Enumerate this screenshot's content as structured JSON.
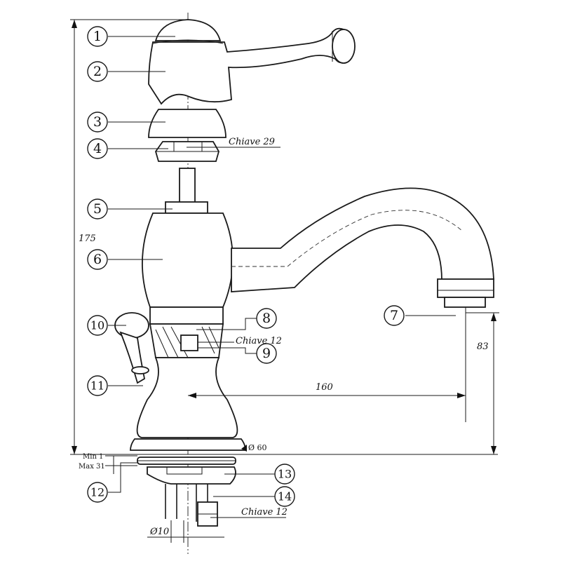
{
  "callouts": [
    {
      "id": "1",
      "label": "1",
      "color": "#ffffff"
    },
    {
      "id": "2",
      "label": "2",
      "color": "#ffffff"
    },
    {
      "id": "3",
      "label": "3",
      "color": "#ffffff"
    },
    {
      "id": "4",
      "label": "4",
      "color": "#ffffff"
    },
    {
      "id": "5",
      "label": "5",
      "color": "#ffffff"
    },
    {
      "id": "6",
      "label": "6",
      "color": "#ffffff"
    },
    {
      "id": "7",
      "label": "7",
      "color": "#ffffff"
    },
    {
      "id": "8",
      "label": "8",
      "color": "#ffffff"
    },
    {
      "id": "9",
      "label": "9",
      "color": "#ffffff"
    },
    {
      "id": "10",
      "label": "10",
      "color": "#ffffff"
    },
    {
      "id": "11",
      "label": "11",
      "color": "#ffffff"
    },
    {
      "id": "12",
      "label": "12",
      "color": "#ffffff"
    },
    {
      "id": "13",
      "label": "13",
      "color": "#f0a040"
    },
    {
      "id": "14",
      "label": "14",
      "color": "#f0a040"
    }
  ],
  "annotations": {
    "key_29": "Chiave 29",
    "key_12_body": "Chiave 12",
    "key_12_bottom": "Chiave 12"
  },
  "dimensions": {
    "height_total": "175",
    "spout_height": "83",
    "spout_reach": "160",
    "base_diameter": "Ø 60",
    "pipe_diameter": "Ø10",
    "deck_min": "Min 1",
    "deck_max": "Max 31"
  }
}
